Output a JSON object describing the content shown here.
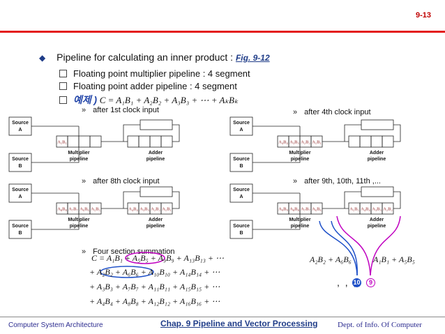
{
  "page_number": "9-13",
  "main_bullet": {
    "text": "Pipeline for calculating an inner product : ",
    "fig_ref": "Fig. 9-12"
  },
  "sub_items": [
    "Floating point multiplier pipeline : 4 segment",
    "Floating point adder pipeline : 4 segment"
  ],
  "example": {
    "label": "예제",
    "paren": ")",
    "formula": "C = A₁B₁ + A₂B₂ + A₃B₃ + ⋯ + AₖBₖ"
  },
  "stages": {
    "after1": "after 1st clock input",
    "after4": "after 4th clock input",
    "after8": "after 8th clock input",
    "after9": "after 9th, 10th, 11th ,...",
    "four_section": "Four section summation"
  },
  "labels": {
    "source_a": "Source A",
    "source_b": "Source B",
    "multiplier": "Multiplier pipeline",
    "adder": "Adder pipeline"
  },
  "cells": {
    "p1_mult": [
      "A₁B₁"
    ],
    "p4_mult": [
      "A₄B₄",
      "A₃B₃",
      "A₂B₂",
      "A₁B₁"
    ],
    "p8_mult": [
      "A₈B₈",
      "A₇B₇",
      "A₆B₆",
      "A₅B₅"
    ],
    "p8_add": [
      "A₄B₄",
      "A₃B₃",
      "A₂B₂",
      "A₁B₁"
    ],
    "p9_mult": [
      "A₉B₉",
      "A₈B₈",
      "A₇B₇",
      "A₆B₆"
    ],
    "p9_add": [
      "A₅B₅",
      "A₄B₄",
      "A₃B₃",
      "A₂B₂"
    ]
  },
  "summation": [
    "C = A₁B₁ + A₅B₅ + A₉B₉ + A₁₃B₁₃ + ⋯",
    "+ A₂B₂ + A₆B₆ + A₁₀B₁₀ + A₁₄B₁₄ + ⋯",
    "+ A₃B₃ + A₇B₇ + A₁₁B₁₁ + A₁₅B₁₅ + ⋯",
    "+ A₄B₄ + A₈B₈ + A₁₂B₁₂ + A₁₆B₁₆ + ⋯"
  ],
  "side_formulas": {
    "left": "A₂B₂ + A₆B₆",
    "right": "A₁B₁ + A₅B₅",
    "dots": ", , ,",
    "circle_a": "10",
    "circle_b": "9"
  },
  "footer": {
    "left": "Computer System Architecture",
    "mid": "Chap. 9  Pipeline and Vector Processing",
    "right": "Dept. of  Info. Of Computer"
  },
  "colors": {
    "accent_red": "#e41e1e",
    "title_blue": "#1f3c88",
    "highlight_blue": "#1e50c8",
    "highlight_magenta": "#c000c0"
  }
}
